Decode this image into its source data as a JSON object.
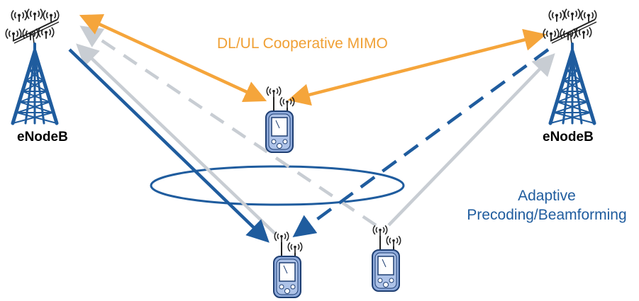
{
  "labels": {
    "enb_left": "eNodeB",
    "enb_right": "eNodeB",
    "comp": "DL/UL Cooperative MIMO",
    "adaptive_line1": "Adaptive",
    "adaptive_line2": "Precoding/Beamforming"
  },
  "colors": {
    "comp_arrow": "#f5a53b",
    "comp_text": "#f0a035",
    "blue_link": "#1f5c9e",
    "gray_link": "#c8cdd3",
    "tower": "#1f5c9e",
    "ue_body": "#8eaadb",
    "antenna_icon": "#222222"
  },
  "nodes": {
    "enodeb_left": {
      "icon": "cell-tower-icon"
    },
    "enodeb_right": {
      "icon": "cell-tower-icon"
    },
    "ue_top": {
      "icon": "handset-icon"
    },
    "ue_bottom_center": {
      "icon": "handset-icon"
    },
    "ue_bottom_right": {
      "icon": "handset-icon"
    }
  }
}
